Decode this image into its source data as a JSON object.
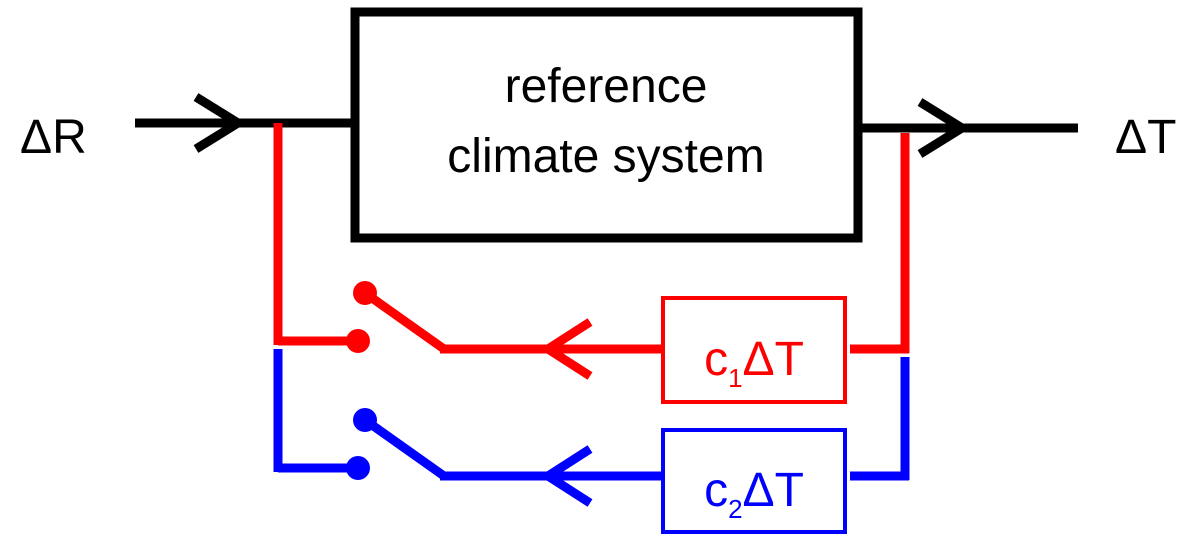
{
  "input_label": "ΔR",
  "output_label": "ΔT",
  "system_box": {
    "line1": "reference",
    "line2": "climate system"
  },
  "feedback_1": {
    "coef": "c",
    "sub": "1",
    "var": "ΔT",
    "color": "#ff0000"
  },
  "feedback_2": {
    "coef": "c",
    "sub": "2",
    "var": "ΔT",
    "color": "#0000ff"
  },
  "main_color": "#000000"
}
